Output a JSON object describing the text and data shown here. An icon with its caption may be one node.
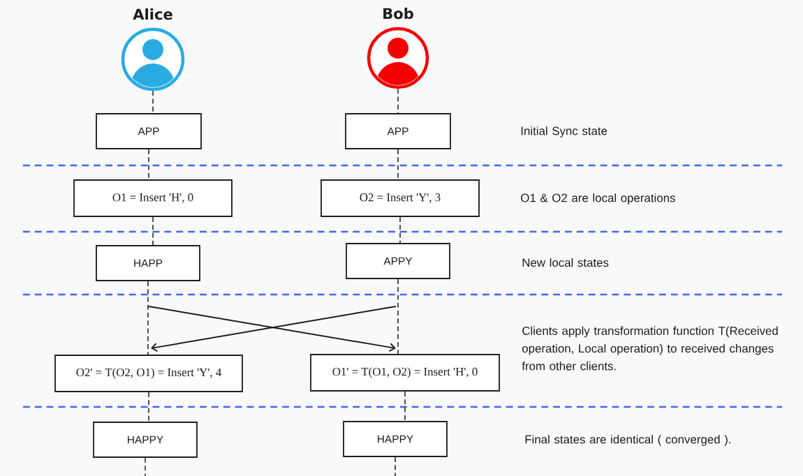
{
  "diagram": {
    "nodes": [
      {
        "text": [
          "Alice"
        ]
      },
      {
        "text": [
          "Bob"
        ]
      },
      {
        "text": [
          "APP"
        ]
      },
      {
        "text": [
          "APP"
        ]
      },
      {
        "text": [
          "O1 = Insert 'H', 0"
        ]
      },
      {
        "text": [
          "O2 = Insert 'Y', 3"
        ]
      },
      {
        "text": [
          "HAPP"
        ]
      },
      {
        "text": [
          "APPY"
        ]
      },
      {
        "text": [
          "O2' = T(O2, O1) = Insert 'Y', 4"
        ]
      },
      {
        "text": [
          "O1' = T(O1, O2) = Insert 'H', 0"
        ]
      },
      {
        "text": [
          "HAPPY"
        ]
      },
      {
        "text": [
          "HAPPY"
        ]
      }
    ],
    "edges": [
      {
        "from": 0,
        "to": 2,
        "arrow": "none",
        "style": "dashed"
      },
      {
        "from": 2,
        "to": 4,
        "arrow": "none",
        "style": "dashed"
      },
      {
        "from": 4,
        "to": 6,
        "arrow": "none",
        "style": "dashed"
      },
      {
        "from": 6,
        "to": 8,
        "arrow": "none",
        "style": "dashed"
      },
      {
        "from": 8,
        "to": 10,
        "arrow": "none",
        "style": "dashed"
      },
      {
        "from": 10,
        "to": null,
        "arrow": "none",
        "style": "dashed"
      },
      {
        "from": 1,
        "to": 3,
        "arrow": "none",
        "style": "dashed"
      },
      {
        "from": 3,
        "to": 5,
        "arrow": "none",
        "style": "dashed"
      },
      {
        "from": 5,
        "to": 7,
        "arrow": "none",
        "style": "dashed"
      },
      {
        "from": 7,
        "to": 9,
        "arrow": "none",
        "style": "dashed"
      },
      {
        "from": 9,
        "to": 11,
        "arrow": "none",
        "style": "dashed"
      },
      {
        "from": 11,
        "to": null,
        "arrow": "none",
        "style": "dashed"
      },
      {
        "from": 6,
        "to": 9,
        "arrow": "to"
      },
      {
        "from": 7,
        "to": 8,
        "arrow": "to"
      }
    ],
    "labels": [
      "Initial Sync state",
      "O1 & O2 are local operations",
      "New local states",
      "Clients apply transformation function T(Received operation, Local operation) to received changes from other clients.",
      "Final states are identical ( converged )."
    ]
  }
}
